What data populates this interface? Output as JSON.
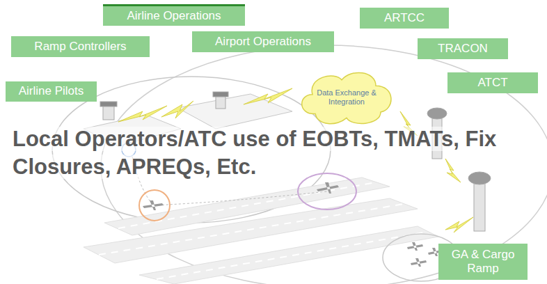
{
  "diagram": {
    "title": "Local Operators/ATC use of EOBTs, TMATs, Fix Closures, APREQs, Etc.",
    "nodes": [
      {
        "text": [
          "Airline Operations"
        ]
      },
      {
        "text": [
          "ARTCC"
        ]
      },
      {
        "text": [
          "Ramp Controllers"
        ]
      },
      {
        "text": [
          "Airport Operations"
        ]
      },
      {
        "text": [
          "TRACON"
        ]
      },
      {
        "text": [
          "ATCT"
        ]
      },
      {
        "text": [
          "Airline Pilots"
        ]
      },
      {
        "text": [
          "Data Exchange & Integration"
        ]
      },
      {
        "text": [
          "GA & Cargo Ramp"
        ]
      }
    ]
  }
}
